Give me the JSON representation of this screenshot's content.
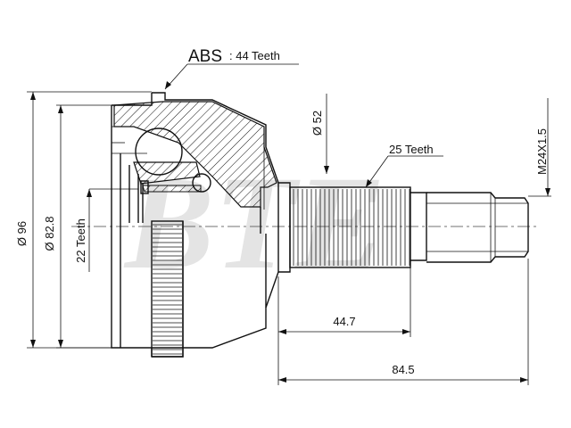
{
  "watermark": "BTE",
  "callouts": {
    "abs_label": "ABS",
    "abs_teeth": ": 44 Teeth",
    "spline_teeth": "25 Teeth",
    "inner_teeth": "22 Teeth"
  },
  "dimensions": {
    "outer_dia": "Ø 96",
    "bore_dia": "Ø 82.8",
    "seal_dia": "Ø 52",
    "thread": "M24X1.5",
    "spline_length": "44.7",
    "total_length": "84.5"
  },
  "colors": {
    "line": "#111111",
    "watermark": "#cfcfcf"
  }
}
